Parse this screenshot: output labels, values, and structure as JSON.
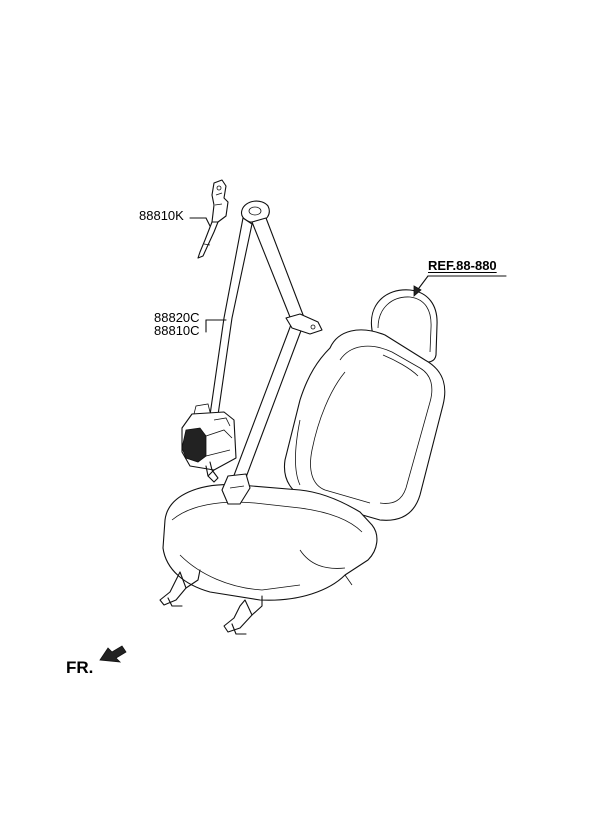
{
  "diagram": {
    "parts": [
      {
        "id": "p1",
        "label": "88810K"
      },
      {
        "id": "p2",
        "label": "88820C"
      },
      {
        "id": "p3",
        "label": "88810C"
      }
    ],
    "reference": {
      "label": "REF.88-880"
    },
    "orientation": {
      "label": "FR."
    }
  },
  "colors": {
    "line": "#111111",
    "background": "#ffffff"
  }
}
